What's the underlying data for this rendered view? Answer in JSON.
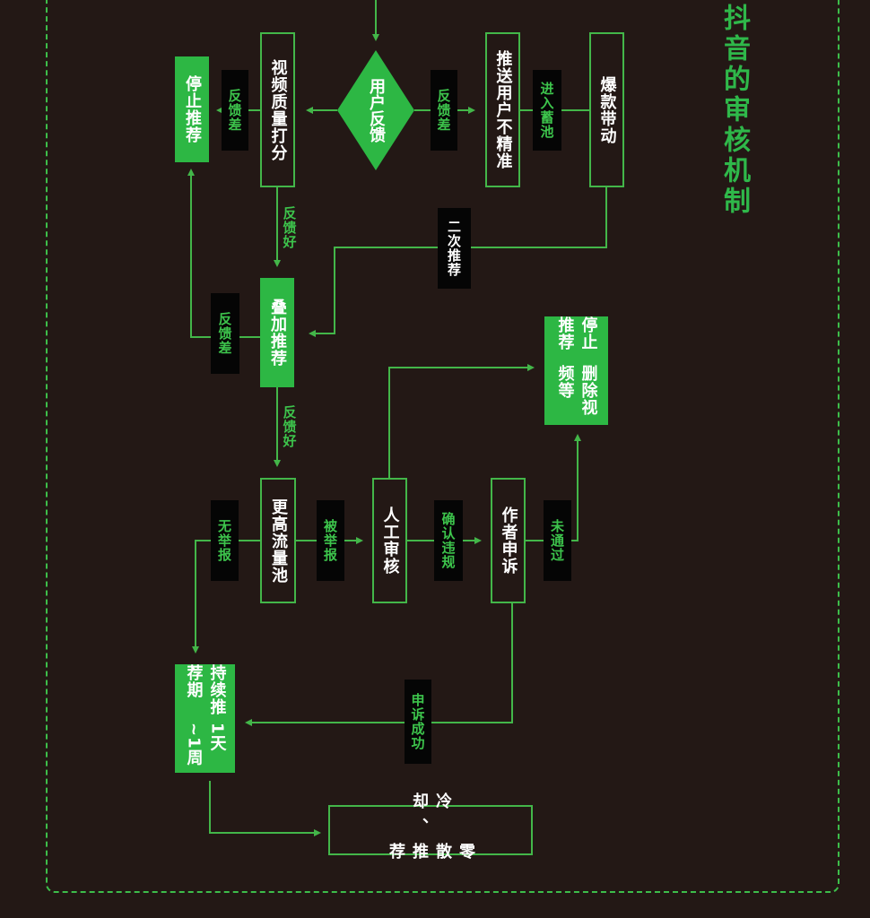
{
  "title": "抖音的审核机制",
  "colors": {
    "accent": "#2db744",
    "background": "#231815",
    "label_bg": "#050505"
  },
  "nodes": {
    "user_feedback": "用户反馈",
    "push_inaccurate": "推送用户不精准",
    "hit_driven": "爆款带动",
    "quality_score": "视频质量打分",
    "stop_recommend_1": "停止推荐",
    "stack_recommend": "叠加推荐",
    "stop_delete_line1": "停止推荐",
    "stop_delete_line2": "删除视频等",
    "higher_pool": "更高流量池",
    "manual_review": "人工审核",
    "author_appeal": "作者申诉",
    "continuous_line1": "持续推荐期",
    "continuous_line2": "1天~1周",
    "cooldown_line1": "冷却、",
    "cooldown_line2": "零散推荐"
  },
  "edge_labels": {
    "feedback_bad_left": "反馈差",
    "feedback_bad_right": "反馈差",
    "enter_pool": "进入蓄池",
    "feedback_good_1": "反馈好",
    "second_recommend": "二次推荐",
    "feedback_bad_stack": "反馈差",
    "feedback_good_2": "反馈好",
    "no_report": "无举报",
    "reported": "被举报",
    "confirmed_violation": "确认违规",
    "not_passed": "未通过",
    "appeal_success": "申诉成功"
  }
}
